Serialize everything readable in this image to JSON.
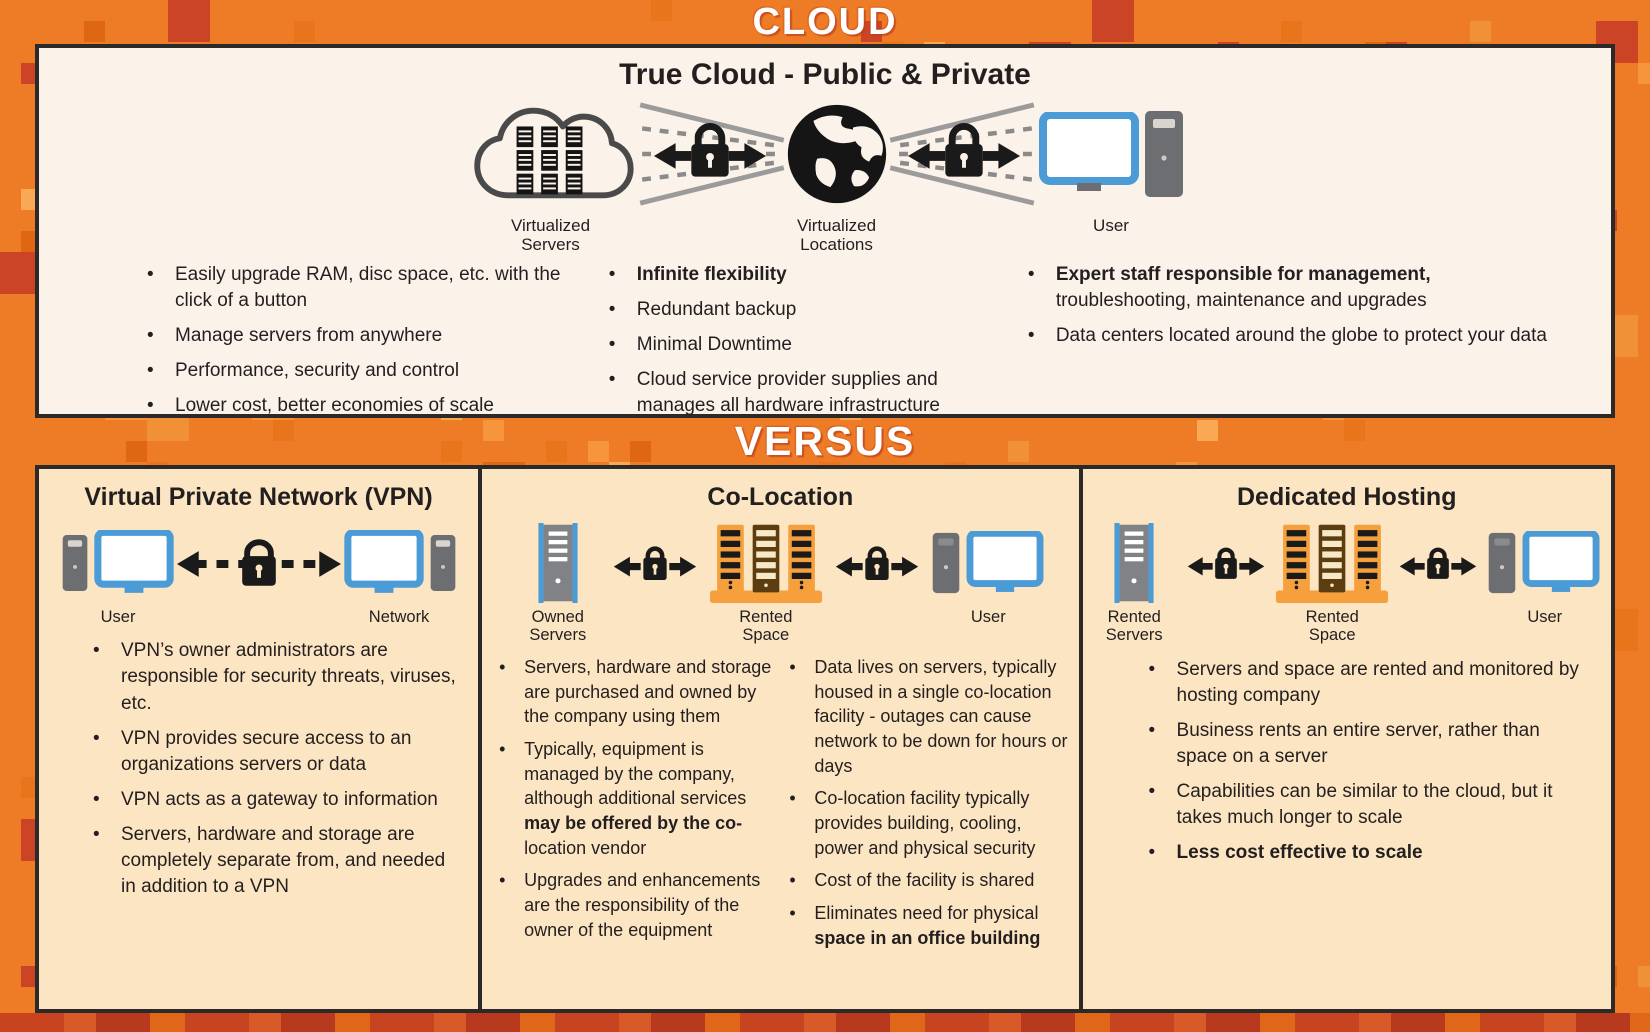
{
  "header": {
    "cloud_title": "CLOUD",
    "versus_title": "VERSUS"
  },
  "colors": {
    "background_orange": "#EE7B25",
    "mosaic_light_orange": "#F6953B",
    "mosaic_dark_orange": "#E06712",
    "mosaic_red": "#CC4426",
    "top_panel_cream": "#FBF2E9",
    "bottom_panel_peach": "#FCE5C2",
    "border_dark": "#2B2A29",
    "text_dark": "#231F20",
    "accent_blue": "#4B9CD6",
    "tower_gray": "#6D6E71",
    "rack_orange": "#F5A03C",
    "rack_brown": "#5C3D10",
    "lock_black": "#1A1A1A"
  },
  "cloud": {
    "title": "True Cloud - Public & Private",
    "node_labels": {
      "servers": "Virtualized Servers",
      "locations": "Virtualized Locations",
      "user": "User"
    },
    "cols": [
      {
        "items": [
          {
            "a": "Easily upgrade RAM, disc space, etc. with the click of a button"
          },
          {
            "a": "Manage servers from anywhere"
          },
          {
            "a": "Performance, security and control"
          },
          {
            "a": "Lower cost, better economies of scale"
          }
        ]
      },
      {
        "items": [
          {
            "b": "Infinite flexibility"
          },
          {
            "a": "Redundant backup"
          },
          {
            "a": "Minimal Downtime"
          },
          {
            "a": "Cloud service provider supplies and manages all hardware infrastructure"
          }
        ]
      },
      {
        "items": [
          {
            "b": "Expert staff responsible for management, ",
            "c": "troubleshooting, maintenance and upgrades"
          },
          {
            "a": "Data centers located around the globe to protect your data"
          }
        ]
      }
    ]
  },
  "vpn": {
    "title": "Virtual Private Network (VPN)",
    "user_label": "User",
    "network_label": "Network",
    "items": [
      {
        "a": "VPN’s owner administrators are responsible for security threats, viruses, etc."
      },
      {
        "a": "VPN provides secure access to an organizations servers or data"
      },
      {
        "a": "VPN acts as a gateway to information"
      },
      {
        "a": "Servers, hardware and storage are completely separate from, and needed in addition to a VPN"
      }
    ]
  },
  "colo": {
    "title": "Co-Location",
    "owned_label": "Owned Servers",
    "rented_label": "Rented Space",
    "user_label": "User",
    "cols": [
      {
        "items": [
          {
            "a": "Servers, hardware and storage are purchased and owned by the company using them"
          },
          {
            "a": "Typically, equipment is managed by the company, although additional services ",
            "b": "may be offered by the co-",
            "c": "location vendor"
          },
          {
            "a": "Upgrades and enhancements are the responsibility of the owner of the equipment"
          }
        ]
      },
      {
        "items": [
          {
            "a": "Data lives on servers, typically housed in a single co-location facility - outages can cause network to be down for hours or days"
          },
          {
            "a": "Co-location facility typically provides building, cooling, power and physical security"
          },
          {
            "a": "Cost of the facility is shared"
          },
          {
            "a": "Eliminates need for physical ",
            "b": "space in an office building"
          }
        ]
      }
    ]
  },
  "ded": {
    "title": "Dedicated Hosting",
    "servers_label": "Rented Servers",
    "space_label": "Rented Space",
    "user_label": "User",
    "items": [
      {
        "a": "Servers and space are rented and monitored by hosting company"
      },
      {
        "a": "Business rents an entire server, rather than space on a server"
      },
      {
        "a": "Capabilities can be similar to the cloud, but it takes much longer to scale"
      },
      {
        "b": "Less cost effective to scale"
      }
    ]
  }
}
